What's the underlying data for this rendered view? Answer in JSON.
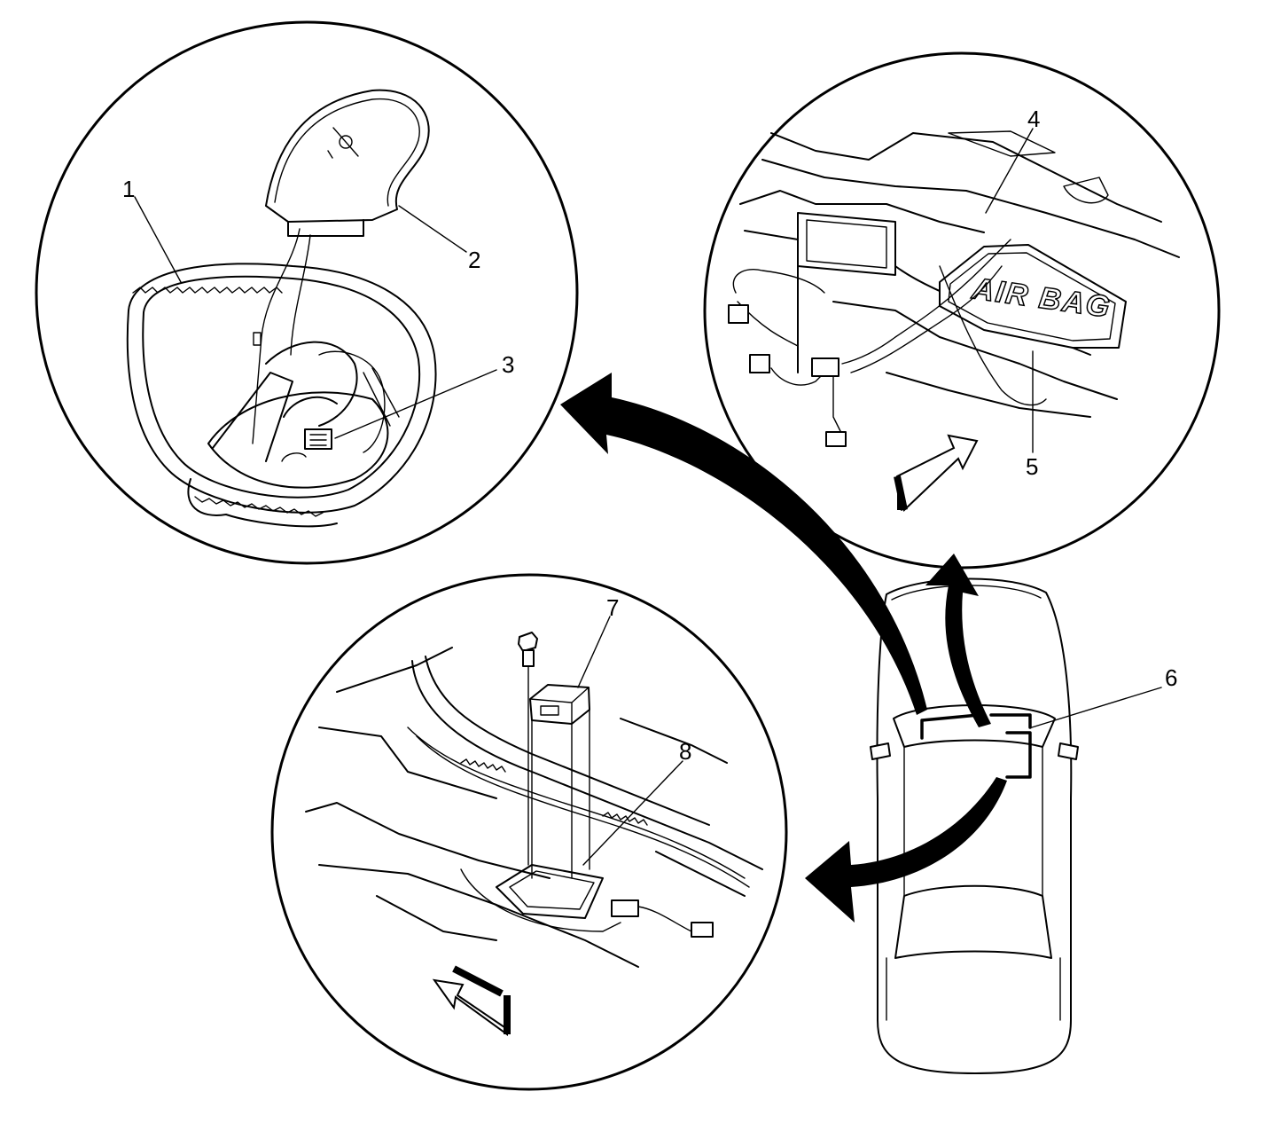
{
  "callouts": {
    "c1": "1",
    "c2": "2",
    "c3": "3",
    "c4": "4",
    "c5": "5",
    "c6": "6",
    "c7": "7",
    "c8": "8"
  },
  "labels": {
    "airbag_text": "AIR BAG"
  },
  "colors": {
    "line": "#000000",
    "background": "#ffffff"
  }
}
